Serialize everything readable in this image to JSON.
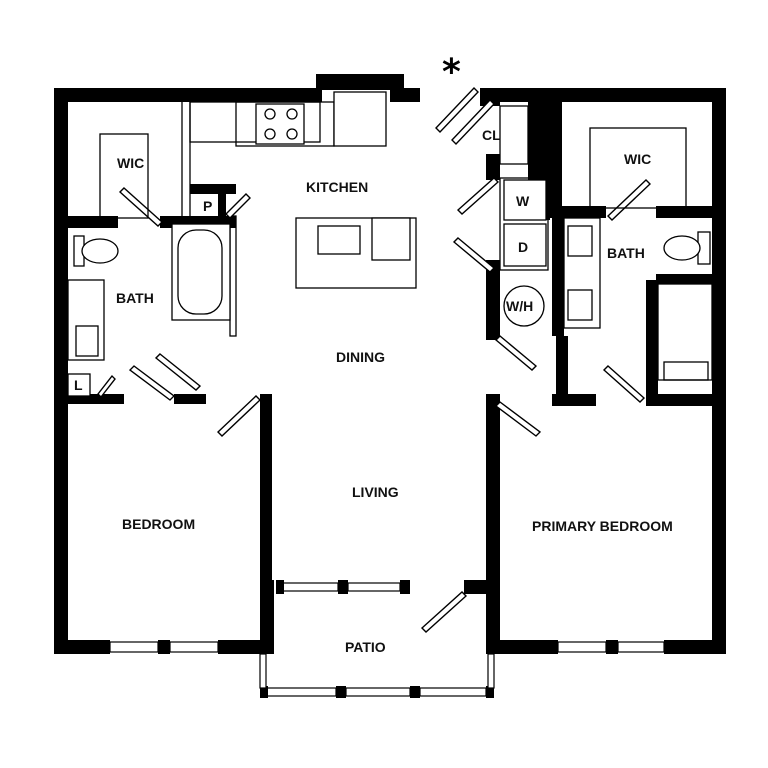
{
  "plan": {
    "marker": "*",
    "rooms": {
      "wic_left": "WIC",
      "kitchen": "KITCHEN",
      "pantry": "P",
      "closet": "CL",
      "wic_right": "WIC",
      "washer": "W",
      "dryer": "D",
      "water_heater": "W/H",
      "bath_left": "BATH",
      "bath_right": "BATH",
      "dining": "DINING",
      "linen": "L",
      "living": "LIVING",
      "bedroom": "BEDROOM",
      "primary_bedroom": "PRIMARY BEDROOM",
      "patio": "PATIO"
    }
  }
}
